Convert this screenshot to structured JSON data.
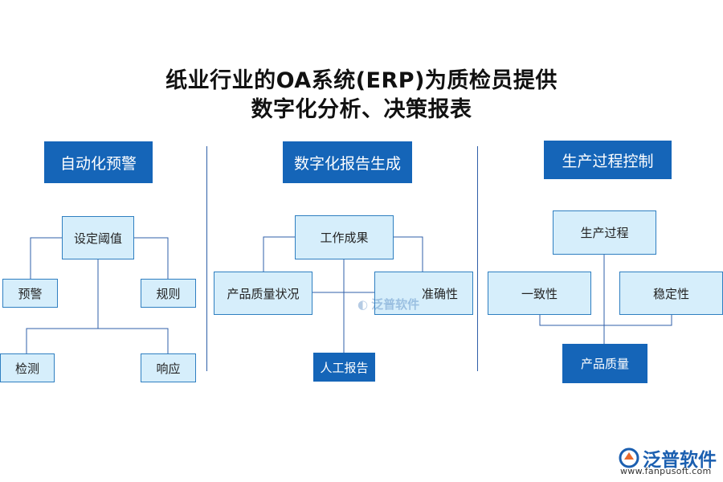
{
  "title": {
    "line1": "纸业行业的OA系统(ERP)为质检员提供",
    "line2": "数字化分析、决策报表"
  },
  "sections": {
    "left": {
      "header": "自动化预警",
      "center": "设定阈值",
      "nodes": {
        "warn": "预警",
        "rule": "规则",
        "detect": "检测",
        "respond": "响应"
      }
    },
    "middle": {
      "header": "数字化报告生成",
      "center": "工作成果",
      "nodes": {
        "quality": "产品质量状况",
        "accuracy": "准确性",
        "manual": "人工报告"
      }
    },
    "right": {
      "header": "生产过程控制",
      "center": "生产过程",
      "nodes": {
        "consistency": "一致性",
        "stability": "稳定性",
        "product_quality": "产品质量"
      }
    }
  },
  "watermark": {
    "brand": "泛普软件",
    "url": "www.fanpusoft.com"
  },
  "colors": {
    "header_bg": "#1565b8",
    "box_bg": "#d6eefb",
    "box_border": "#2f7fc1",
    "line": "#2f5fa8"
  }
}
